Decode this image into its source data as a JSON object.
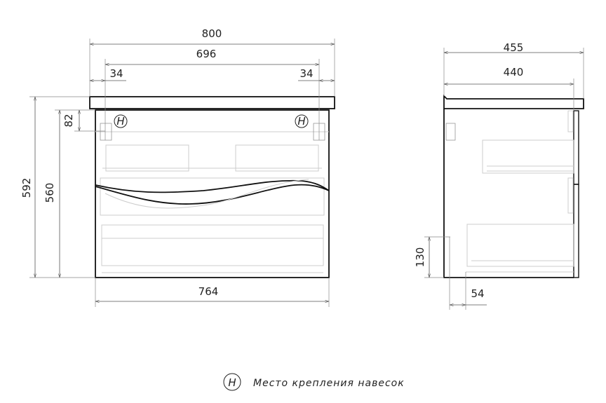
{
  "front_view": {
    "dims": {
      "overall_width": "800",
      "inner_width": "696",
      "left_offset": "34",
      "right_offset": "34",
      "total_height": "592",
      "body_height": "560",
      "mount_height": "82",
      "body_width": "764"
    },
    "mount_marker": "H"
  },
  "side_view": {
    "dims": {
      "overall_depth": "455",
      "body_depth": "440",
      "foot_height": "130",
      "foot_offset": "54"
    }
  },
  "legend": {
    "marker": "H",
    "text": "Место крепления навесок"
  }
}
